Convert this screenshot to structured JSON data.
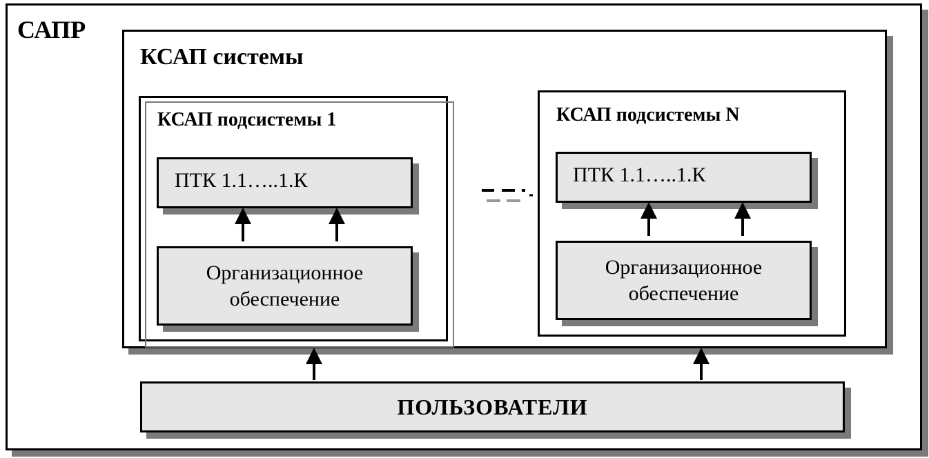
{
  "sapr": {
    "title": "САПР"
  },
  "ksap_system": {
    "title": "КСАП системы"
  },
  "subsystem_1": {
    "title": "КСАП подсистемы 1",
    "ptk": "ПТК 1.1…..1.К",
    "org_line1": "Организационное",
    "org_line2": "обеспечение"
  },
  "subsystem_n": {
    "title": "КСАП подсистемы N",
    "ptk": "ПТК 1.1…..1.К",
    "org_line1": "Организационное",
    "org_line2": "обеспечение"
  },
  "users": {
    "label": "ПОЛЬЗОВАТЕЛИ"
  }
}
